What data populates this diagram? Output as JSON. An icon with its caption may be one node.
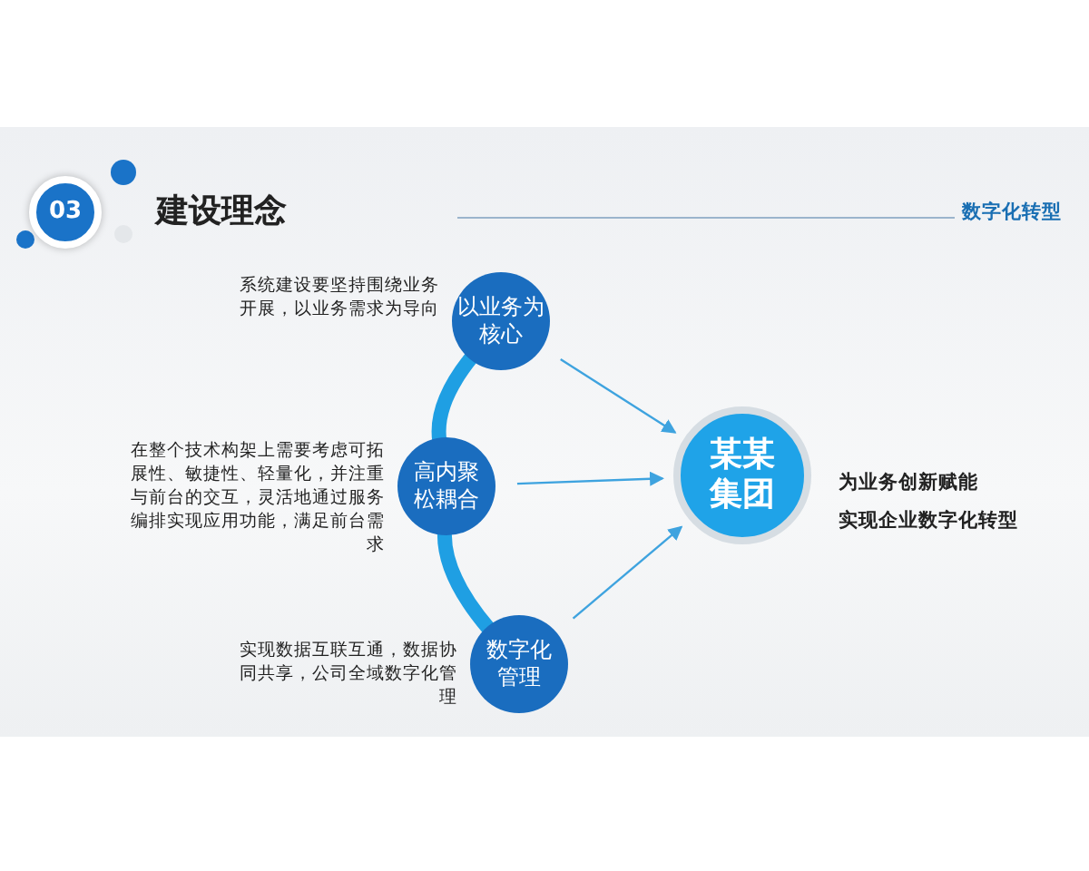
{
  "diagram": {
    "title": "建设理念",
    "nodes": [
      {
        "text": [
          "03"
        ]
      },
      {
        "text": [
          "以业务为核心"
        ],
        "beside": [
          "系统建设要坚持围绕业务开展，以业务需求为导向"
        ]
      },
      {
        "text": [
          "高内聚松耦合"
        ],
        "beside": [
          "在整个技术构架上需要考虑可拓展性、敏捷性、轻量化，并注重与前台的交互，灵活地通过服务编排实现应用功能，满足前台需求"
        ]
      },
      {
        "text": [
          "数字化管理"
        ],
        "beside": [
          "实现数据互联互通，数据协同共享，公司全域数字化管理"
        ]
      },
      {
        "text": [
          "某某集团"
        ],
        "beside": [
          "为业务创新赋能",
          "实现企业数字化转型"
        ]
      }
    ],
    "edges": [
      {
        "from": 1,
        "to": 4,
        "arrow": "to"
      },
      {
        "from": 2,
        "to": 4,
        "arrow": "to"
      },
      {
        "from": 3,
        "to": 4,
        "arrow": "to"
      },
      {
        "from": 1,
        "to": 2,
        "arrow": "none",
        "style": "thick",
        "color": "#1f9fe3"
      },
      {
        "from": 2,
        "to": 3,
        "arrow": "none",
        "style": "thick",
        "color": "#1f9fe3"
      }
    ],
    "labels": [
      "数字化转型"
    ]
  }
}
